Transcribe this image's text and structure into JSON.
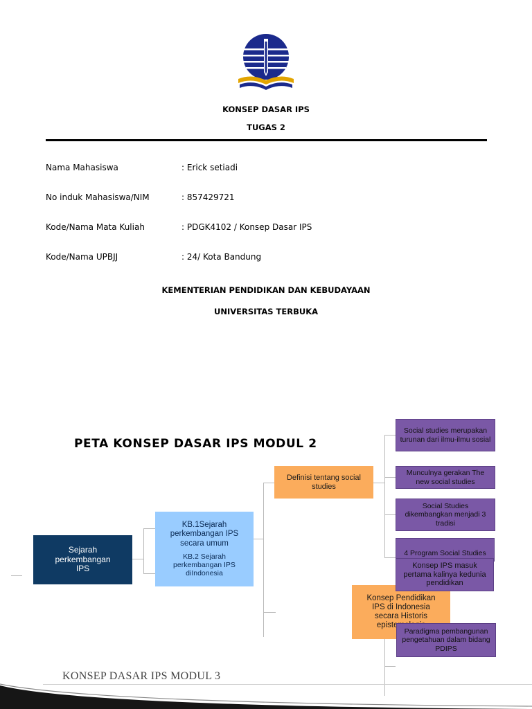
{
  "header": {
    "course_title": "KONSEP DASAR IPS",
    "assignment": "TUGAS 2"
  },
  "student_info": [
    {
      "label": "Nama Mahasiswa",
      "value": ": Erick setiadi"
    },
    {
      "label": "No induk Mahasiswa/NIM",
      "value": ": 857429721"
    },
    {
      "label": "Kode/Nama Mata Kuliah",
      "value": ": PDGK4102 / Konsep Dasar IPS"
    },
    {
      "label": "Kode/Nama UPBJJ",
      "value": ": 24/ Kota Bandung"
    }
  ],
  "institution": {
    "ministry": "KEMENTERIAN PENDIDIKAN DAN KEBUDAYAAN",
    "university": "UNIVERSITAS TERBUKA"
  },
  "concept_map": {
    "title": "PETA KONSEP DASAR IPS MODUL 2",
    "root": "Sejarah perkembangan IPS",
    "kb1": "KB.1Sejarah perkembangan IPS secara umum",
    "kb2": "KB.2 Sejarah perkembangan IPS diIndonesia",
    "definisi": "Definisi tentang social studies",
    "konsep_indonesia": "Konsep Pendidikan IPS di Indonesia secara Historis epistemologis",
    "leaves": [
      "Social studies merupakan turunan dari ilmu-ilmu sosial",
      "Munculnya gerakan The new social  studies",
      "Social Studies dikembangkan menjadi 3 tradisi",
      "4 Program Social Studies",
      "Konsep IPS masuk pertama kalinya kedunia pendidikan",
      "Paradigma pembangunan pengetahuan dalam bidang PDIPS"
    ]
  },
  "footer": {
    "next_title": "KONSEP DASAR IPS MODUL 3"
  },
  "colors": {
    "navy": "#0f3a63",
    "light_blue": "#99ccff",
    "orange": "#fbac5c",
    "purple": "#7a58a6",
    "logo_blue": "#1b2a8c",
    "logo_gold": "#e2a400"
  }
}
